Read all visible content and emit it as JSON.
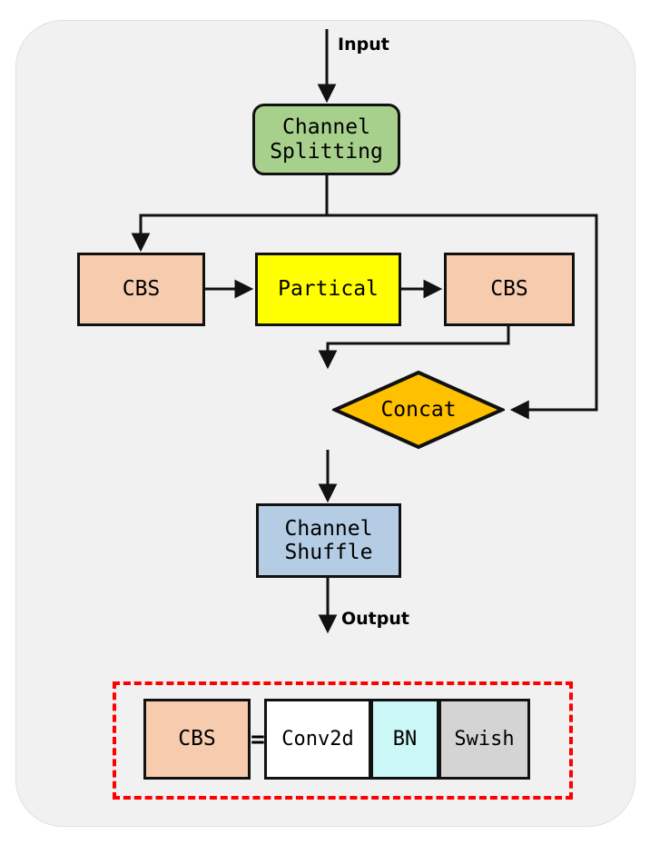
{
  "diagram": {
    "title_present": false,
    "labels": {
      "input": "Input",
      "output": "Output"
    },
    "nodes": {
      "channel_splitting": {
        "label": "Channel\nSplitting",
        "color": "#a8d08d",
        "shape": "rounded-rect"
      },
      "cbs_left": {
        "label": "CBS",
        "color": "#f7cbad",
        "shape": "rect"
      },
      "partical": {
        "label": "Partical",
        "color": "#ffff00",
        "shape": "rect"
      },
      "cbs_right": {
        "label": "CBS",
        "color": "#f7cbad",
        "shape": "rect"
      },
      "concat": {
        "label": "Concat",
        "color": "#ffc000",
        "shape": "diamond"
      },
      "channel_shuffle": {
        "label": "Channel\nShuffle",
        "color": "#b4cde4",
        "shape": "rect"
      }
    },
    "legend": {
      "border_color": "#ff0000",
      "border_style": "dashed",
      "equals": "=",
      "blocks": [
        {
          "label": "CBS",
          "color": "#f7cbad"
        },
        {
          "label": "Conv2d",
          "color": "#ffffff"
        },
        {
          "label": "BN",
          "color": "#ccf7f7"
        },
        {
          "label": "Swish",
          "color": "#d4d4d4"
        }
      ]
    },
    "edges": [
      {
        "from": "input",
        "to": "channel_splitting"
      },
      {
        "from": "channel_splitting",
        "to": "cbs_left"
      },
      {
        "from": "channel_splitting",
        "to": "concat"
      },
      {
        "from": "cbs_left",
        "to": "partical"
      },
      {
        "from": "partical",
        "to": "cbs_right"
      },
      {
        "from": "cbs_right",
        "to": "concat"
      },
      {
        "from": "concat",
        "to": "channel_shuffle"
      },
      {
        "from": "channel_shuffle",
        "to": "output"
      }
    ],
    "panel": {
      "background": "#f1f1f1",
      "border_radius": "52px"
    },
    "stroke_color": "#111111"
  }
}
